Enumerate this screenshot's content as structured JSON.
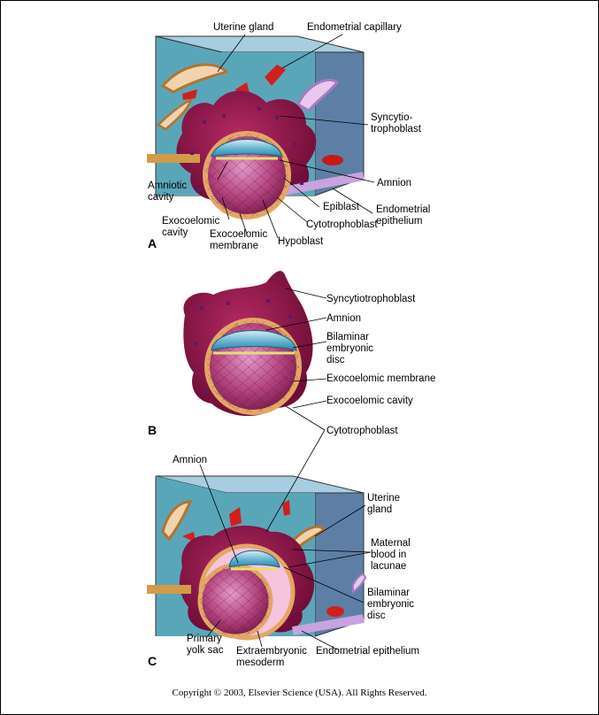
{
  "panels": [
    {
      "letter": "A",
      "labels": {
        "uterine_gland": "Uterine gland",
        "endometrial_capillary": "Endometrial capillary",
        "syncytiotrophoblast": "Syncytio-\ntrophoblast",
        "amniotic_cavity": "Amniotic\ncavity",
        "amnion": "Amnion",
        "epiblast": "Epiblast",
        "endometrial_epithelium": "Endometrial\nepithelium",
        "exocoelomic_cavity": "Exocoelomic\ncavity",
        "cytotrophoblast": "Cytotrophoblast",
        "exocoelomic_membrane": "Exocoelomic\nmembrane",
        "hypoblast": "Hypoblast"
      }
    },
    {
      "letter": "B",
      "labels": {
        "syncytiotrophoblast": "Syncytiotrophoblast",
        "amnion": "Amnion",
        "bilaminar_embryonic_disc": "Bilaminar\nembryonic\ndisc",
        "exocoelomic_membrane": "Exocoelomic membrane",
        "exocoelomic_cavity": "Exocoelomic cavity",
        "cytotrophoblast": "Cytotrophoblast"
      }
    },
    {
      "letter": "C",
      "labels": {
        "amnion": "Amnion",
        "uterine_gland": "Uterine\ngland",
        "maternal_blood": "Maternal\nblood in\nlacunae",
        "bilaminar_embryonic_disc": "Bilaminar\nembryonic\ndisc",
        "primary_yolk_sac": "Primary\nyolk sac",
        "extraembryonic_mesoderm": "Extraembryonic\nmesoderm",
        "endometrial_epithelium": "Endometrial epithelium"
      }
    }
  ],
  "copyright": "Copyright © 2003, Elsevier Science (USA). All Rights Reserved.",
  "colors": {
    "endometrium_face": "#5aa6b9",
    "endometrium_side": "#5d7fa6",
    "endometrium_top": "#a8cde0",
    "trophoblast": "#8e1a4d",
    "cavity": "#a23a76",
    "cytotrophoblast": "#e3a765",
    "blood": "#d11f1f",
    "amnion_blue": "#4aa6c8",
    "gland_fill": "#f1d3b0",
    "gland_purple": "#c89ad6"
  }
}
